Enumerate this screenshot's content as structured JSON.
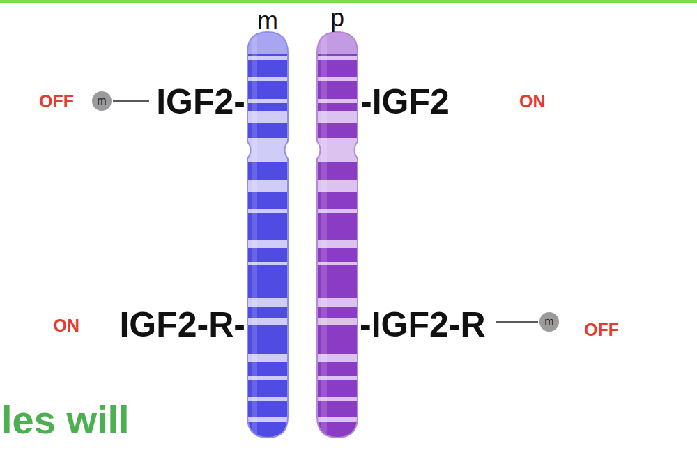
{
  "diagram": {
    "nodes": [
      {
        "text": [
          "m"
        ]
      },
      {
        "text": [
          "m"
        ]
      }
    ],
    "labels": [
      "m",
      "p",
      "OFF",
      "IGF2-",
      "-IGF2",
      "ON",
      "ON",
      "IGF2-R-",
      "-IGF2-R",
      "OFF",
      "les will"
    ]
  }
}
